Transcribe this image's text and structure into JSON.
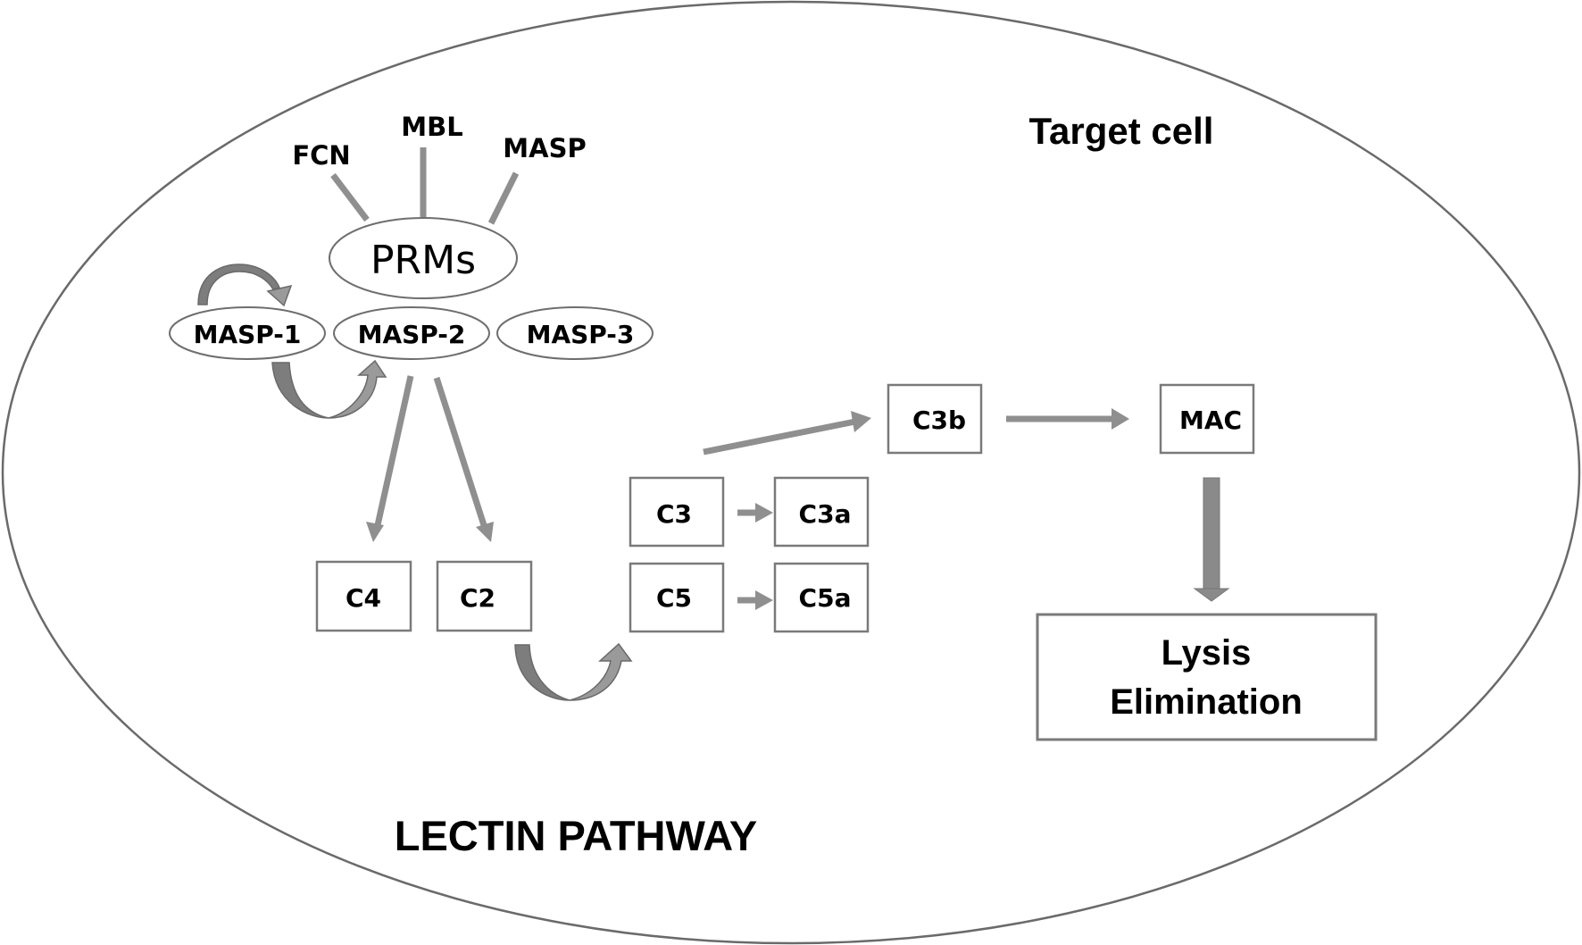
{
  "diagram": {
    "title": "LECTIN PATHWAY",
    "container_label": "Target cell",
    "recognition_molecules": [
      "FCN",
      "MBL",
      "MASP"
    ],
    "prms_label": "PRMs",
    "proteases": [
      "MASP-1",
      "MASP-2",
      "MASP-3"
    ],
    "components": {
      "c4": "C4",
      "c2": "C2",
      "c3": "C3",
      "c3a": "C3a",
      "c5": "C5",
      "c5a": "C5a",
      "c3b": "C3b",
      "mac": "MAC"
    },
    "outcome": {
      "line1": "Lysis",
      "line2": "Elimination"
    },
    "edges": [
      {
        "from": "FCN",
        "to": "PRMs",
        "type": "line"
      },
      {
        "from": "MBL",
        "to": "PRMs",
        "type": "line"
      },
      {
        "from": "MASP",
        "to": "PRMs",
        "type": "line"
      },
      {
        "from": "MASP-1",
        "to": "MASP-1",
        "type": "curved-arrow"
      },
      {
        "from": "MASP-1",
        "to": "MASP-2",
        "type": "curved-arrow"
      },
      {
        "from": "MASP-2",
        "to": "C4",
        "type": "arrow"
      },
      {
        "from": "MASP-2",
        "to": "C2",
        "type": "arrow"
      },
      {
        "from": "C2",
        "to": "C5",
        "type": "curved-arrow"
      },
      {
        "from": "C3",
        "to": "C3a",
        "type": "arrow"
      },
      {
        "from": "C5",
        "to": "C5a",
        "type": "arrow"
      },
      {
        "from": "C3",
        "to": "C3b",
        "type": "arrow"
      },
      {
        "from": "C3b",
        "to": "MAC",
        "type": "arrow"
      },
      {
        "from": "MAC",
        "to": "Lysis Elimination",
        "type": "block-arrow"
      }
    ],
    "colors": {
      "outline": "#6e6e6e",
      "arrow": "#8f8f8f",
      "text": "#000000"
    }
  }
}
